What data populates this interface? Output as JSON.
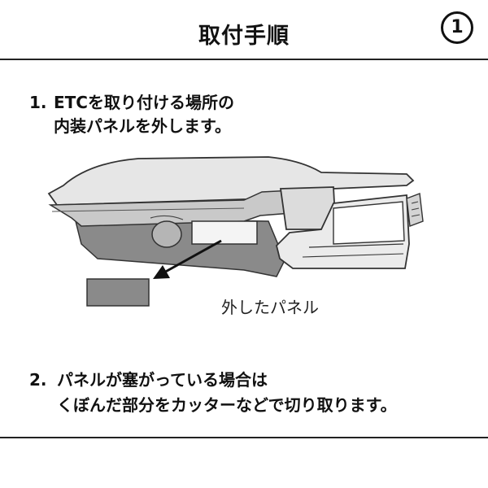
{
  "header": {
    "title": "取付手順",
    "step_badge": "1"
  },
  "step1": {
    "number": "1.",
    "line1": "ETCを取り付ける場所の",
    "line2": "内装パネルを外します。"
  },
  "figure": {
    "caption": "外したパネル"
  },
  "step2": {
    "number": "2.",
    "line1": "パネルが塞がっている場合は",
    "line2": "くぼんだ部分をカッターなどで切り取ります。"
  }
}
